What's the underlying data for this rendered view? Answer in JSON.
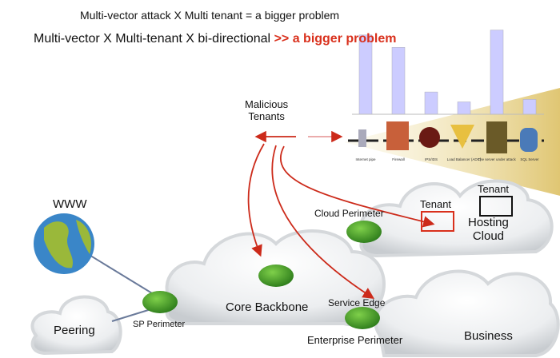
{
  "title_line1": "Multi-vector attack  X  Multi tenant = a bigger problem",
  "title_line2": {
    "main": "Multi-vector X Multi-tenant X bi-directional ",
    "emphasis": ">> a bigger problem",
    "emphasis_color": "#d9301c"
  },
  "malicious_label": "Malicious\nTenants",
  "chart_data": {
    "type": "bar",
    "categories": [
      "Internet pipe",
      "Firewall",
      "IPS/IDS",
      "Load Balancer (ADC)",
      "The server under attack",
      "SQL Server"
    ],
    "values": [
      32,
      27,
      9,
      5,
      34,
      6
    ],
    "bar_color": "#ccccff"
  },
  "clouds": {
    "hosting": "Hosting\nCloud",
    "core": "Core Backbone",
    "business": "Business",
    "peering": "Peering"
  },
  "labels": {
    "www": "WWW",
    "tenant_red": "Tenant",
    "tenant_black": "Tenant",
    "cloud_perimeter": "Cloud Perimeter",
    "sp_perimeter": "SP  Perimeter",
    "service_edge": "Service Edge",
    "enterprise_perimeter": "Enterprise Perimeter"
  },
  "colors": {
    "arrow": "#cc2a1a",
    "router": "#3f9a2a",
    "globe_ocean": "#3a86c8",
    "globe_land": "#9ab83a"
  }
}
